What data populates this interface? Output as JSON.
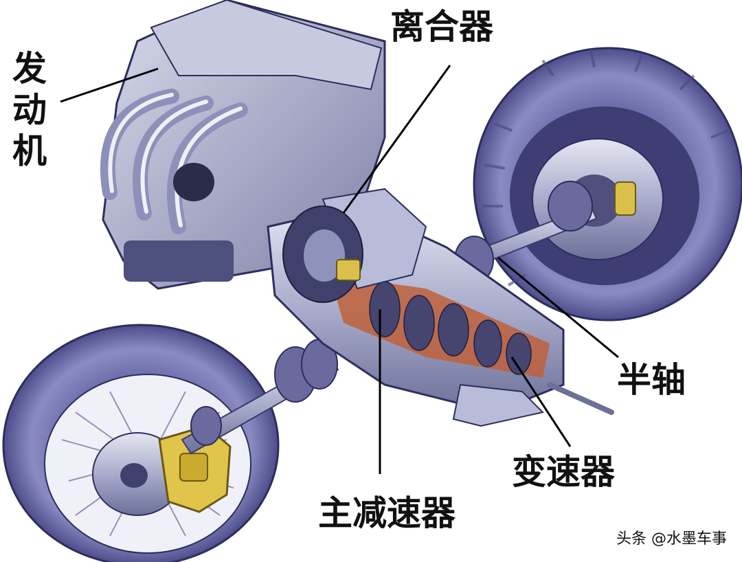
{
  "labels": {
    "engine": "发动机",
    "clutch": "离合器",
    "half_shaft": "半轴",
    "transmission": "变速器",
    "final_drive": "主减速器"
  },
  "watermark": "头条 @水墨车事"
}
